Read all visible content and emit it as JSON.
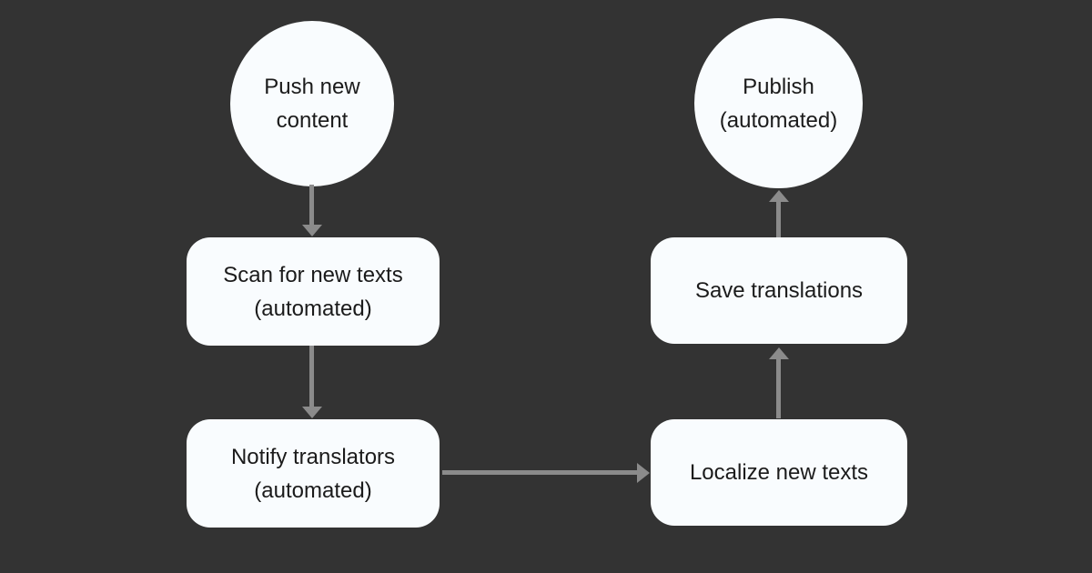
{
  "diagram": {
    "colors": {
      "background": "#333333",
      "node_fill": "#f9fcfe",
      "arrow": "#8b8b8b",
      "text": "#1b1b1b"
    },
    "nodes": {
      "push": {
        "shape": "circle",
        "label": "Push new\ncontent"
      },
      "scan": {
        "shape": "rounded-rect",
        "label": "Scan for new texts\n(automated)"
      },
      "notify": {
        "shape": "rounded-rect",
        "label": "Notify translators\n(automated)"
      },
      "localize": {
        "shape": "rounded-rect",
        "label": "Localize new texts"
      },
      "save": {
        "shape": "rounded-rect",
        "label": "Save translations"
      },
      "publish": {
        "shape": "circle",
        "label": "Publish\n(automated)"
      }
    },
    "edges": [
      {
        "from": "push",
        "to": "scan",
        "direction": "down"
      },
      {
        "from": "scan",
        "to": "notify",
        "direction": "down"
      },
      {
        "from": "notify",
        "to": "localize",
        "direction": "right"
      },
      {
        "from": "localize",
        "to": "save",
        "direction": "up"
      },
      {
        "from": "save",
        "to": "publish",
        "direction": "up"
      }
    ]
  }
}
